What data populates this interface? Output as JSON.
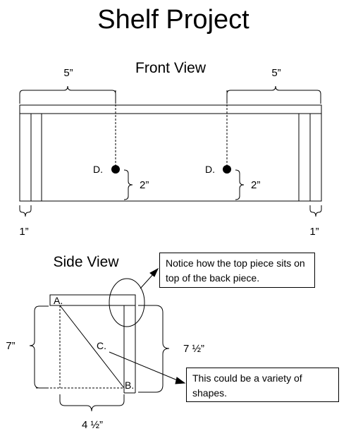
{
  "title": "Shelf Project",
  "front_view": {
    "heading": "Front View",
    "dim_left_top": "5”",
    "dim_right_top": "5”",
    "point_left": "D.",
    "point_right": "D.",
    "dim_left_drop": "2”",
    "dim_right_drop": "2”",
    "dim_left_side": "1”",
    "dim_right_side": "1”"
  },
  "side_view": {
    "heading": "Side View",
    "point_a": "A.",
    "point_b": "B.",
    "point_c": "C.",
    "dim_height_left": "7”",
    "dim_height_right": "7 ½”",
    "dim_width": "4 ½”"
  },
  "notes": {
    "top_piece": "Notice how the top piece sits on top of the back piece.",
    "shapes": "This could be a variety of shapes."
  }
}
